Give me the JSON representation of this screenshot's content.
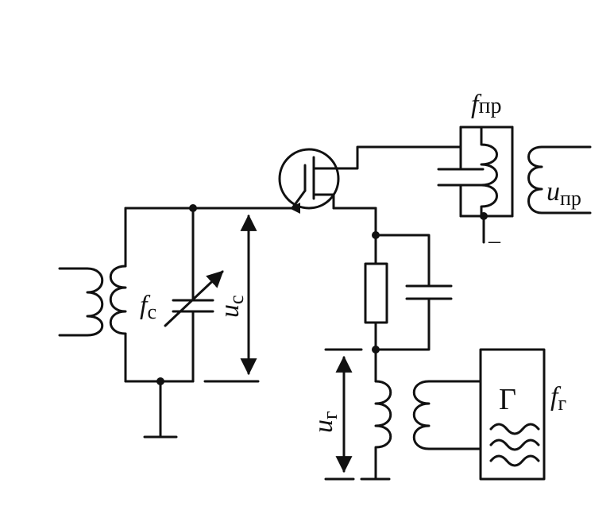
{
  "labels": {
    "f_if": "f",
    "f_if_sub": "пр",
    "u_if": "u",
    "u_if_sub": "пр",
    "f_s": "f",
    "f_s_sub": "с",
    "u_s": "u",
    "u_s_sub": "с",
    "u_g": "u",
    "u_g_sub": "г",
    "gen": "Г",
    "f_g": "f",
    "f_g_sub": "г",
    "minus": "–"
  }
}
